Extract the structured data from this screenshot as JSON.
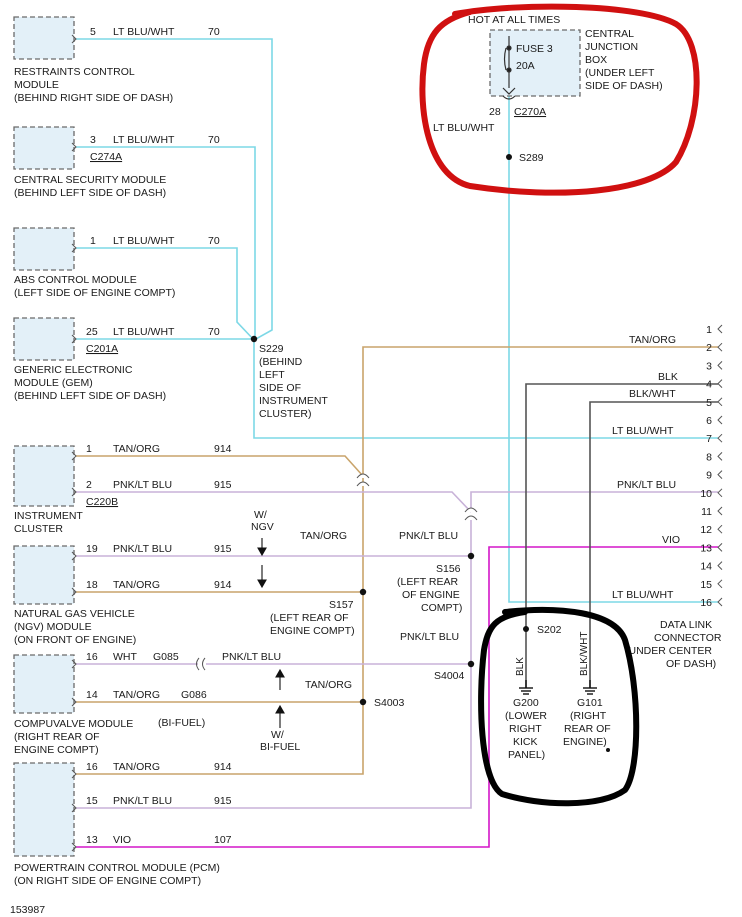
{
  "modules": {
    "restraints": {
      "pin": "5",
      "wire": "LT BLU/WHT",
      "circuit": "70",
      "name": "RESTRAINTS CONTROL",
      "line2": "MODULE",
      "loc": "(BEHIND RIGHT SIDE OF DASH)"
    },
    "security": {
      "pin": "3",
      "wire": "LT BLU/WHT",
      "circuit": "70",
      "conn": "C274A",
      "name": "CENTRAL SECURITY MODULE",
      "loc": "(BEHIND LEFT SIDE OF DASH)"
    },
    "abs": {
      "pin": "1",
      "wire": "LT BLU/WHT",
      "circuit": "70",
      "name": "ABS CONTROL MODULE",
      "loc": "(LEFT SIDE OF ENGINE COMPT)"
    },
    "gem": {
      "pin": "25",
      "wire": "LT BLU/WHT",
      "circuit": "70",
      "conn": "C201A",
      "name": "GENERIC ELECTRONIC",
      "line2": "MODULE (GEM)",
      "loc": "(BEHIND LEFT SIDE OF DASH)"
    },
    "cluster": {
      "pin1": "1",
      "wire1": "TAN/ORG",
      "circuit1": "914",
      "pin2": "2",
      "wire2": "PNK/LT BLU",
      "circuit2": "915",
      "conn": "C220B",
      "name": "INSTRUMENT",
      "line2": "CLUSTER"
    },
    "ngv": {
      "pin1": "19",
      "wire1": "PNK/LT BLU",
      "circuit1": "915",
      "pin2": "18",
      "wire2": "TAN/ORG",
      "circuit2": "914",
      "name": "NATURAL GAS VEHICLE",
      "line2": "(NGV) MODULE",
      "loc": "(ON FRONT OF ENGINE)"
    },
    "compuvalve": {
      "pin1": "16",
      "wire1": "WHT",
      "circuit1": "G085",
      "pin2": "14",
      "wire2": "TAN/ORG",
      "circuit2": "G086",
      "name": "COMPUVALVE MODULE",
      "line2": "(RIGHT REAR OF",
      "line3": "ENGINE COMPT)",
      "bifuel": "(BI-FUEL)"
    },
    "pcm": {
      "pin1": "16",
      "wire1": "TAN/ORG",
      "circuit1": "914",
      "pin2": "15",
      "wire2": "PNK/LT BLU",
      "circuit2": "915",
      "pin3": "13",
      "wire3": "VIO",
      "circuit3": "107",
      "name": "POWERTRAIN CONTROL MODULE (PCM)",
      "loc": "(ON RIGHT SIDE OF ENGINE COMPT)"
    }
  },
  "fuse": {
    "hot": "HOT AT ALL TIMES",
    "label": "FUSE 3",
    "rating": "20A",
    "cjb1": "CENTRAL",
    "cjb2": "JUNCTION",
    "cjb3": "BOX",
    "cjb4": "(UNDER LEFT",
    "cjb5": "SIDE OF DASH)",
    "pin": "28",
    "conn": "C270A",
    "wire": "LT BLU/WHT",
    "splice": "S289"
  },
  "splices": {
    "s229": [
      "S229",
      "(BEHIND",
      "LEFT",
      "SIDE OF",
      "INSTRUMENT",
      "CLUSTER)"
    ],
    "s157": [
      "S157",
      "(LEFT REAR OF",
      "ENGINE COMPT)"
    ],
    "s156": [
      "S156",
      "(LEFT REAR",
      "OF ENGINE",
      "COMPT)"
    ],
    "s4004": "S4004",
    "s4003": "S4003",
    "s202": "S202"
  },
  "mid_labels": {
    "tan_org_1": "TAN/ORG",
    "pnk_lt_blu_1": "PNK/LT BLU",
    "pnk_lt_blu_2": "PNK/LT BLU",
    "pnk_lt_blu_3": "PNK/LT BLU",
    "tan_org_2": "TAN/ORG",
    "w_ngv_1": "W/",
    "w_ngv_2": "NGV",
    "w_bifuel_1": "W/",
    "w_bifuel_2": "BI-FUEL"
  },
  "dlc": {
    "pins": [
      "1",
      "2",
      "3",
      "4",
      "5",
      "6",
      "7",
      "8",
      "9",
      "10",
      "11",
      "12",
      "13",
      "14",
      "15",
      "16"
    ],
    "wire2": "TAN/ORG",
    "wire4": "BLK",
    "wire5": "BLK/WHT",
    "wire7": "LT BLU/WHT",
    "wire10": "PNK/LT BLU",
    "wire13": "VIO",
    "wire16": "LT BLU/WHT",
    "label": [
      "DATA LINK",
      "CONNECTOR",
      "(UNDER CENTER",
      "OF DASH)"
    ]
  },
  "grounds": {
    "g200": {
      "wire": "BLK",
      "label": [
        "G200",
        "(LOWER",
        "RIGHT",
        "KICK",
        "PANEL)"
      ]
    },
    "g101": {
      "wire": "BLK/WHT",
      "label": [
        "G101",
        "(RIGHT",
        "REAR OF",
        "ENGINE)"
      ]
    }
  },
  "figure_number": "153987",
  "colors": {
    "lt_blu": "#7dd8e6",
    "tan": "#c9a46b",
    "pink": "#c8b2d8",
    "vio": "#d417c8",
    "blk": "#555555",
    "red_mark": "#d01010",
    "black_mark": "#000000"
  }
}
